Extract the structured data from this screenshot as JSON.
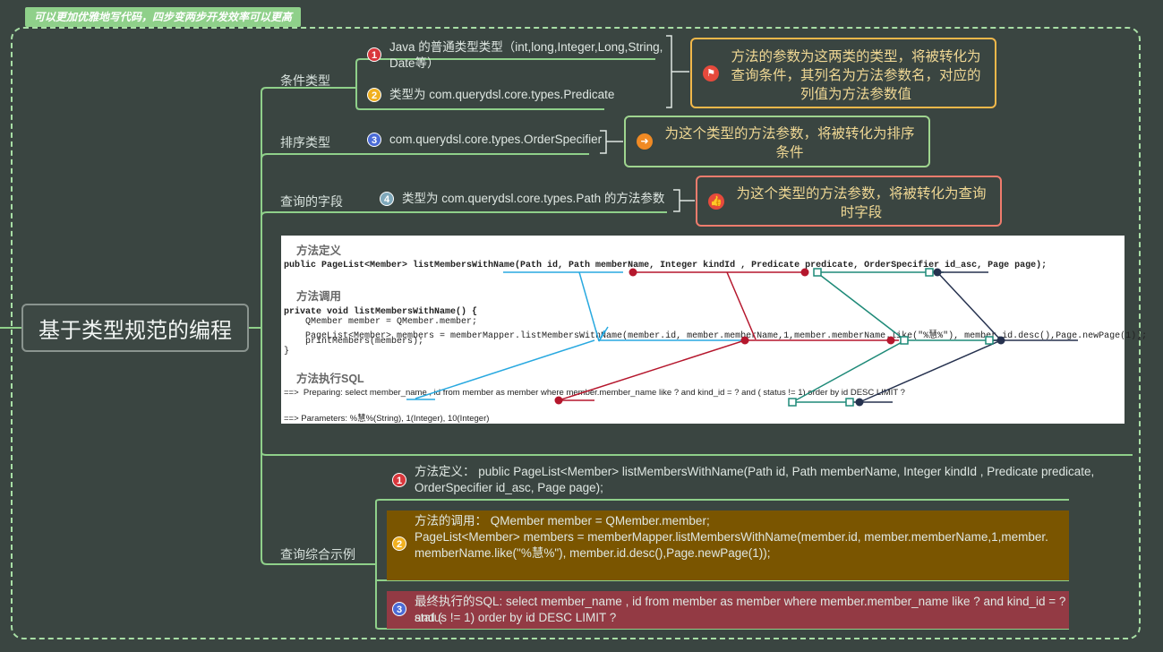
{
  "tag": "可以更加优雅地写代码，四步变两步开发效率可以更高",
  "root": "基于类型规范的编程",
  "categories": {
    "condition": "条件类型",
    "sort": "排序类型",
    "query_field": "查询的字段",
    "example": "查询综合示例"
  },
  "items": {
    "i1": "Java 的普通类型类型（int,long,Integer,Long,String,",
    "i1b": "Date等）",
    "i2": "类型为 com.querydsl.core.types.Predicate",
    "i3": "com.querydsl.core.types.OrderSpecifier",
    "i4": "类型为 com.querydsl.core.types.Path 的方法参数"
  },
  "nums": [
    "1",
    "2",
    "3",
    "4"
  ],
  "notes": {
    "n1": [
      "方法的参数为这两类的类型，将被转化为",
      "查询条件，其列名为方法参数名，对应的",
      "列值为方法参数值"
    ],
    "n2": [
      "为这个类型的方法参数，将被转化为排序",
      "条件"
    ],
    "n3": [
      "为这个类型的方法参数，将被转化为查询",
      "时字段"
    ]
  },
  "code": {
    "h_def": "方法定义",
    "def": "public PageList<Member> listMembersWithName(Path id, Path memberName, Integer kindId , Predicate predicate, OrderSpecifier id_asc, Page page);",
    "h_call": "方法调用",
    "call": [
      "private void listMembersWithName() {",
      "    QMember member = QMember.member;",
      "    PageList<Member> members = memberMapper.listMembersWithName(member.id, member.memberName,1,member.memberName.like(\"%慧%\"), member.id.desc(),Page.newPage(1));",
      "    printMembers(members);",
      "}"
    ],
    "h_sql": "方法执行SQL",
    "sql1": "==>  Preparing: select member_name , id from member as member where member.member_name like ? and kind_id = ? and ( status != 1) order by id DESC LIMIT ?",
    "sql2": "==> Parameters: %慧%(String), 1(Integer), 10(Integer)"
  },
  "example": {
    "e1a": "方法定义：  public PageList<Member> listMembersWithName(Path id, Path memberName, Integer kindId , Predicate predicate,",
    "e1b": "OrderSpecifier id_asc, Page page);",
    "e2a": "方法的调用：   QMember member = QMember.member;",
    "e2b": "  PageList<Member> members = memberMapper.listMembersWithName(member.id, member.memberName,1,member.",
    "e2c": "memberName.like(\"%慧%\"), member.id.desc(),Page.newPage(1));",
    "e3a": "最终执行的SQL: select member_name , id from member as member where member.member_name like ? and kind_id = ? and (",
    "e3b": "status != 1) order by id DESC LIMIT ?"
  },
  "colors": {
    "line": "#8fd08a",
    "note1": "#f2b84a",
    "note2": "#9fd58f",
    "note3": "#f07c6d",
    "cyan": "#29a9e0",
    "crimson": "#b5172d",
    "teal": "#1e8a78",
    "navy": "#26324f"
  }
}
